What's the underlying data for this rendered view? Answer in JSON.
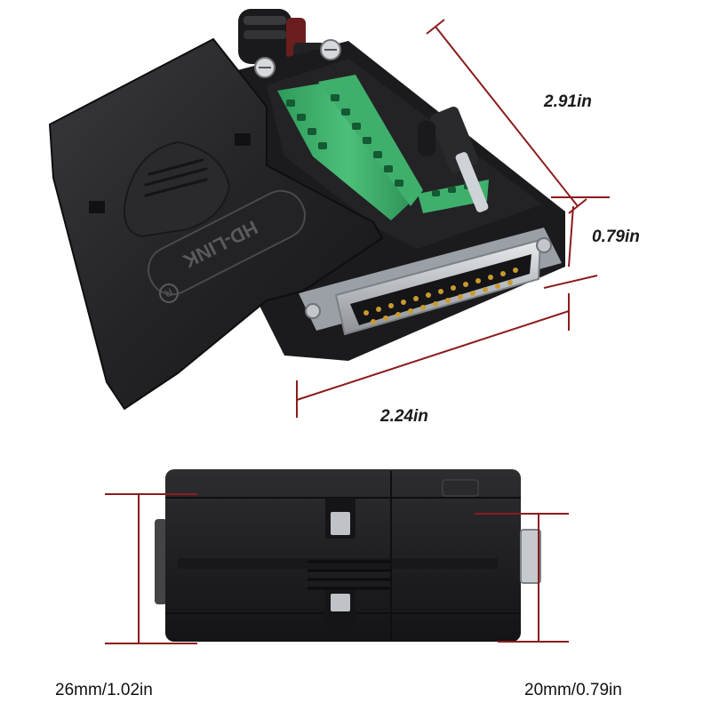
{
  "product": {
    "brand_logo_text": "HD-LINK",
    "brand_mark": "R"
  },
  "dimensions_top": {
    "height_label": "2.91in",
    "depth_label": "0.79in",
    "width_label": "2.24in"
  },
  "dimensions_side": {
    "left_label": "26mm/1.02in",
    "right_label": "20mm/0.79in"
  },
  "colors": {
    "dimension_line": "#8b1c1c",
    "housing": "#1c1c1e",
    "terminal_block": "#3cae6a",
    "metal_shell": "#c9ccd0",
    "pins": "#c99a2e"
  },
  "icons": [
    "screw-icon",
    "lock-bolt-icon"
  ]
}
